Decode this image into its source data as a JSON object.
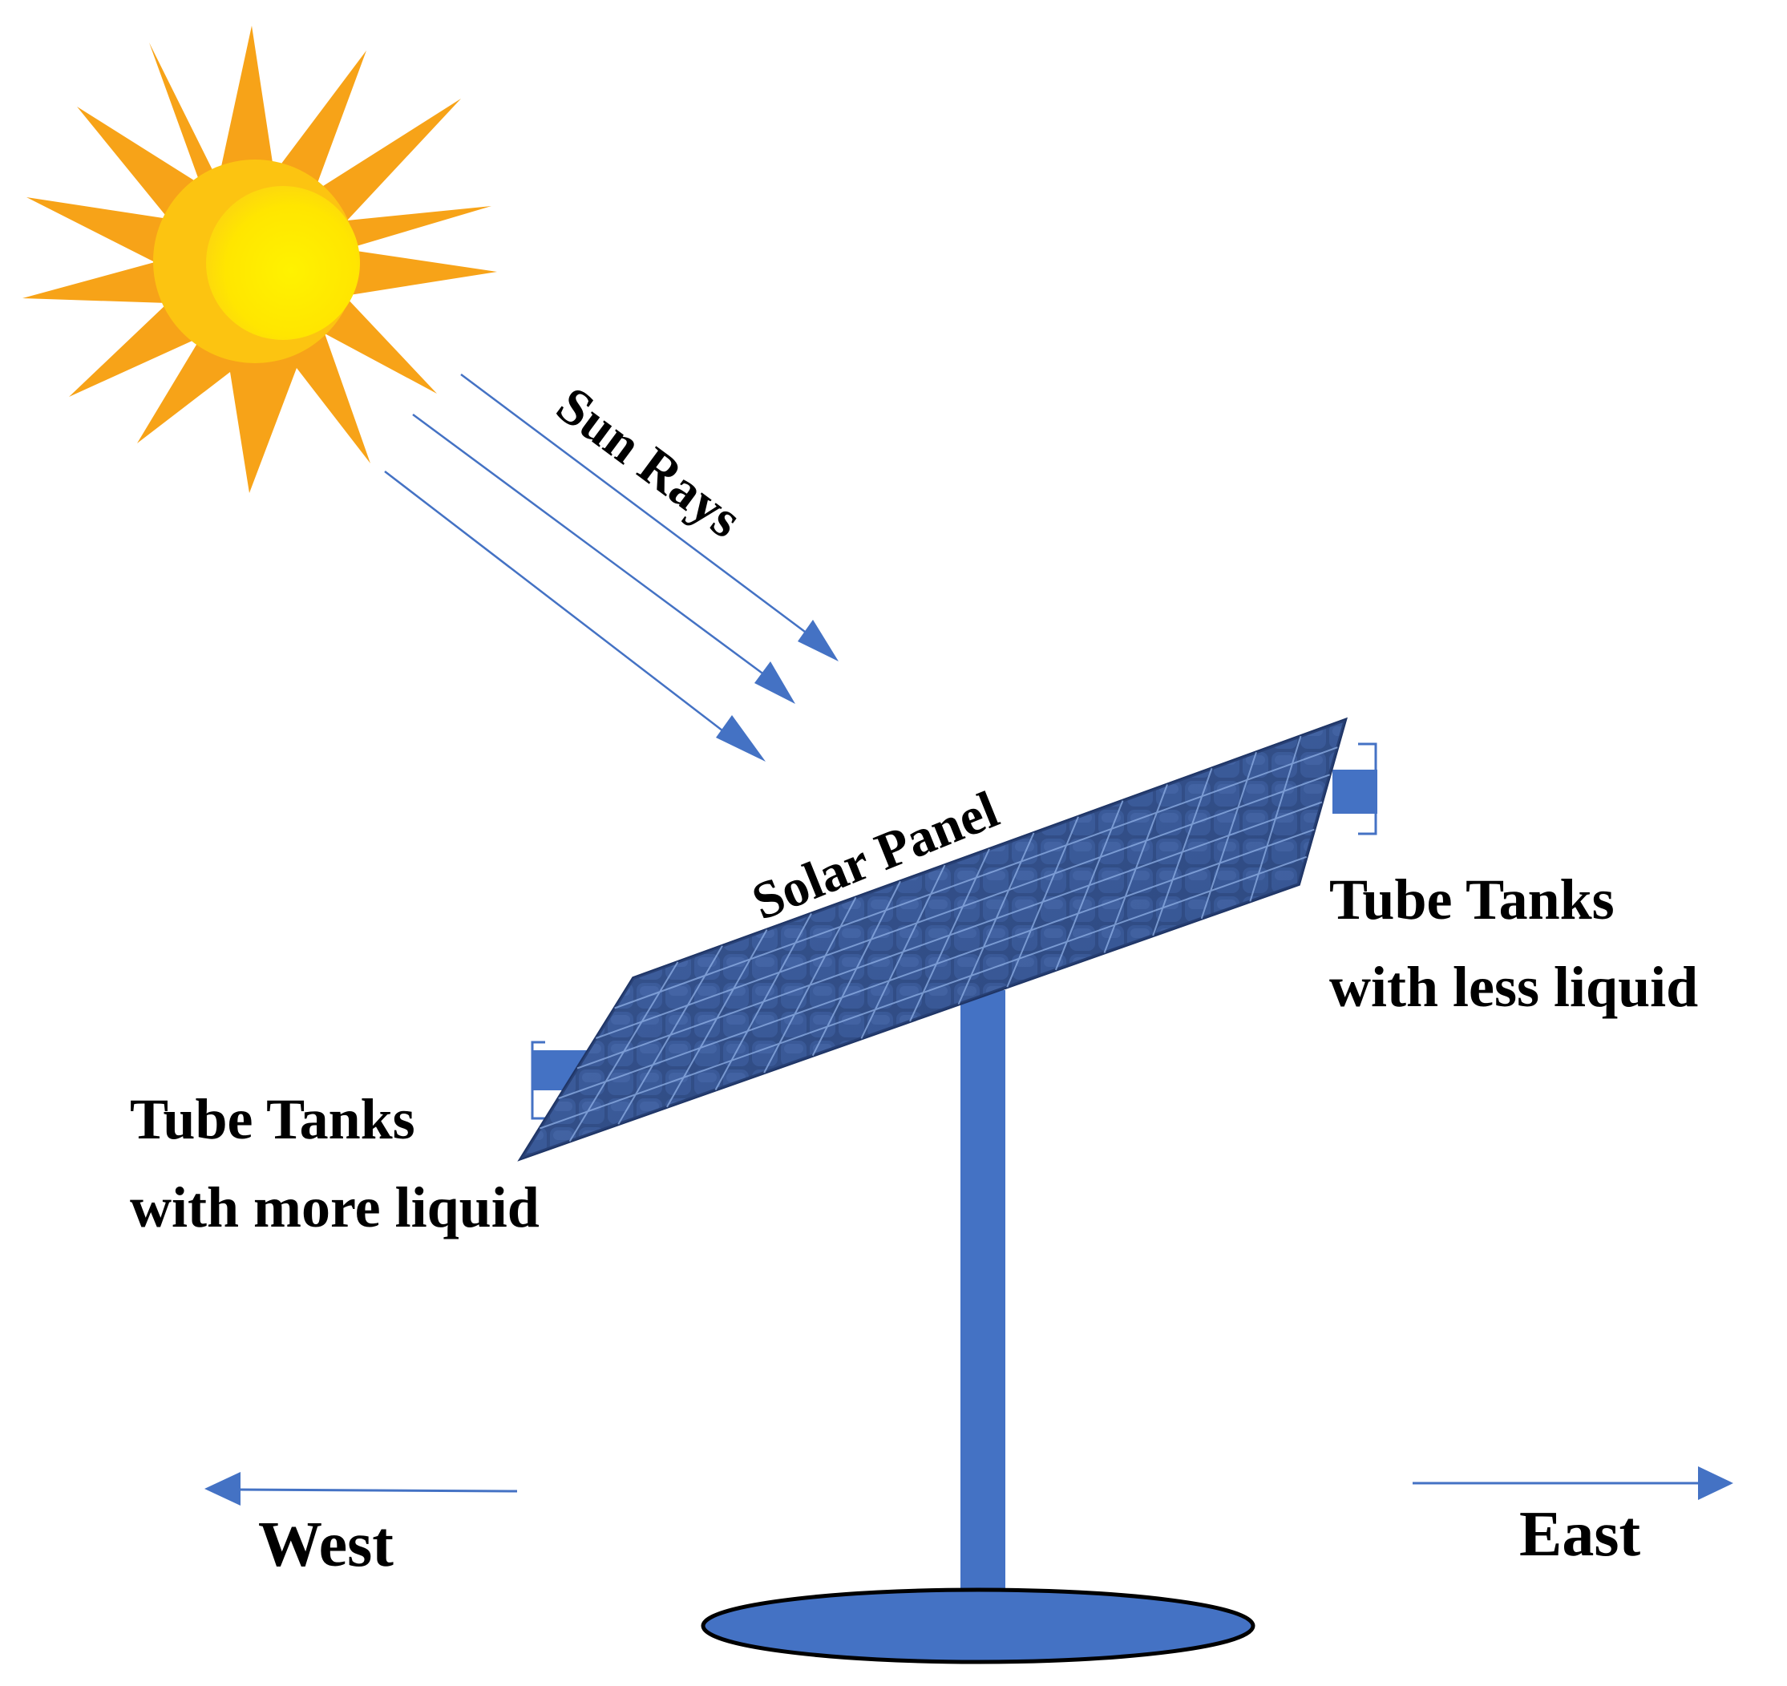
{
  "labels": {
    "sun_rays": "Sun Rays",
    "solar_panel": "Solar Panel",
    "tank_right_line1": "Tube Tanks",
    "tank_right_line2": "with less liquid",
    "tank_left_line1": "Tube Tanks",
    "tank_left_line2": "with more liquid",
    "west": "West",
    "east": "East"
  },
  "colors": {
    "sun_rays_outer": "#F7A318",
    "sun_body": "#FCC411",
    "sun_core": "#FFF200",
    "arrow": "#4472C4",
    "panel_dark": "#263F73",
    "panel_light": "#4A6BAE",
    "stand": "#4472C4",
    "base_stroke": "#000000",
    "text": "#000000"
  }
}
